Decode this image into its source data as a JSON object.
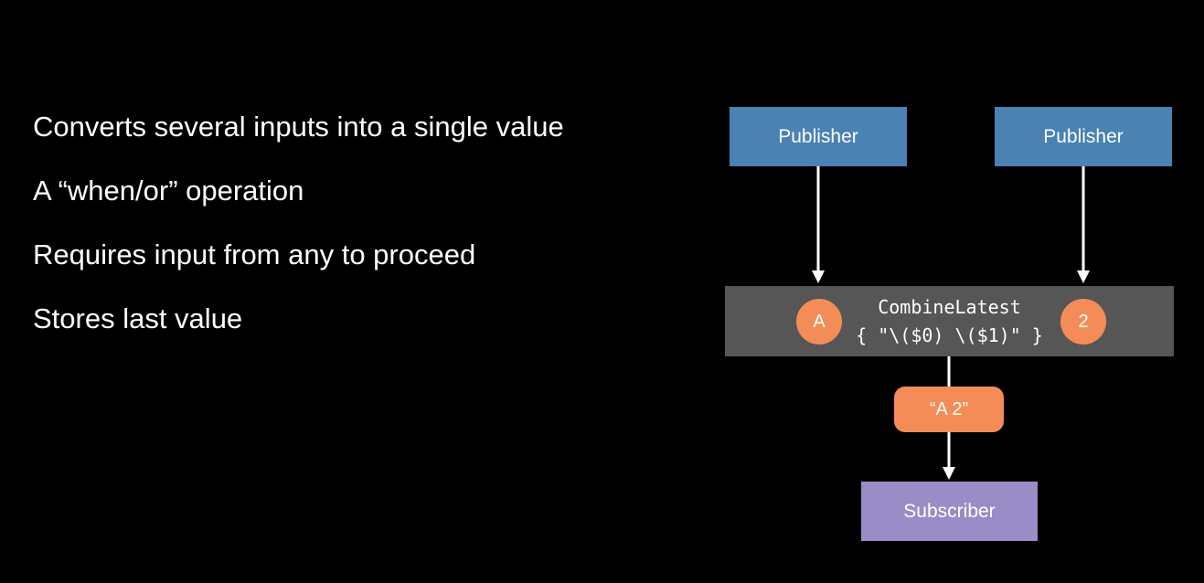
{
  "bullets": [
    "Converts several inputs into a single value",
    "A “when/or” operation",
    "Requires input from any to proceed",
    "Stores last value"
  ],
  "diagram": {
    "publishers": [
      "Publisher",
      "Publisher"
    ],
    "operator": {
      "name": "CombineLatest",
      "closure": "{ \"\\($0) \\($1)\" }",
      "left_value": "A",
      "right_value": "2"
    },
    "output_value": "“A 2”",
    "subscriber": "Subscriber"
  },
  "colors": {
    "background": "#000000",
    "publisher": "#4a82b4",
    "operator": "#565656",
    "value": "#f48c58",
    "subscriber": "#9a8cc6",
    "arrow": "#ffffff"
  }
}
